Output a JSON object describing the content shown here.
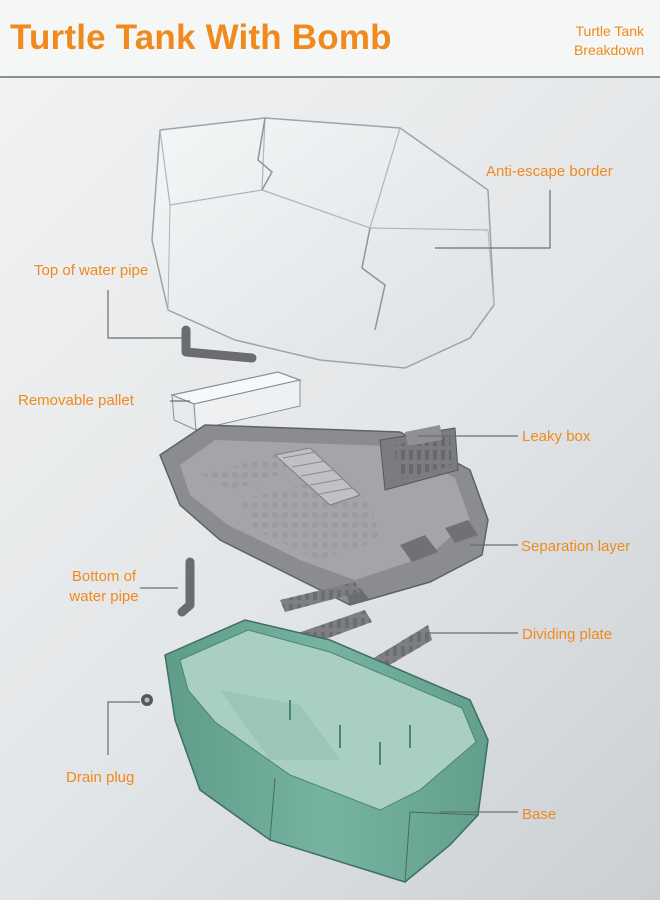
{
  "header": {
    "title": "Turtle Tank With Bomb",
    "subtitle_line1": "Turtle Tank",
    "subtitle_line2": "Breakdown"
  },
  "labels": {
    "anti_escape_border": "Anti-escape border",
    "top_of_water_pipe": "Top of water pipe",
    "removable_pallet": "Removable pallet",
    "leaky_box": "Leaky box",
    "separation_layer": "Separation layer",
    "bottom_of_water_pipe_line1": "Bottom of",
    "bottom_of_water_pipe_line2": "water pipe",
    "dividing_plate": "Dividing plate",
    "drain_plug": "Drain plug",
    "base": "Base"
  },
  "colors": {
    "accent": "#f08a1c",
    "tray_gray": "#7d7f82",
    "base_green": "#6fae9a",
    "leader_line": "#6b6e70"
  }
}
